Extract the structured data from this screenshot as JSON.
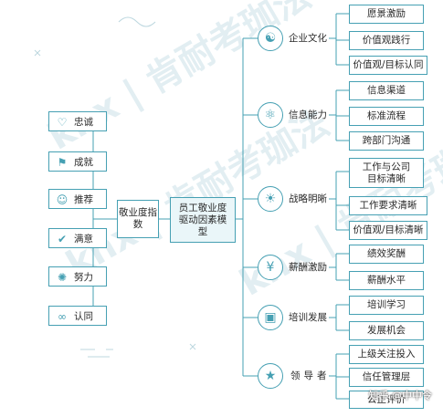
{
  "top_text": "······",
  "root": "员工敬业度驱动因素模型",
  "index_node": "敬业度指数",
  "index_items": [
    {
      "label": "忠诚",
      "icon": "heart-icon"
    },
    {
      "label": "成就",
      "icon": "trophy-icon"
    },
    {
      "label": "推荐",
      "icon": "people-icon"
    },
    {
      "label": "满意",
      "icon": "thumbs-up-icon"
    },
    {
      "label": "努力",
      "icon": "runner-icon"
    },
    {
      "label": "认同",
      "icon": "handshake-icon"
    }
  ],
  "drivers": [
    {
      "label": "企业文化",
      "icon": "handshake-globe-icon",
      "items": [
        "愿景激励",
        "价值观践行",
        "价值观/目标认同"
      ]
    },
    {
      "label": "信息能力",
      "icon": "atom-icon",
      "items": [
        "信息渠道",
        "标准流程",
        "跨部门沟通"
      ]
    },
    {
      "label": "战略明晰",
      "icon": "lightbulb-icon",
      "items": [
        "工作与公司目标清晰",
        "工作要求清晰",
        "价值观/目标清晰"
      ]
    },
    {
      "label": "薪酬激励",
      "icon": "yen-icon",
      "items": [
        "绩效奖酬",
        "薪酬水平"
      ]
    },
    {
      "label": "培训发展",
      "icon": "presentation-icon",
      "items": [
        "培训学习",
        "发展机会"
      ]
    },
    {
      "label": "领导者",
      "icon": "star-badge-icon",
      "items": [
        "上级关注投入",
        "信任管理层",
        "公正评价"
      ]
    }
  ],
  "watermark": "knx | 肯耐考珈法",
  "footer": "知乎 @中中令"
}
